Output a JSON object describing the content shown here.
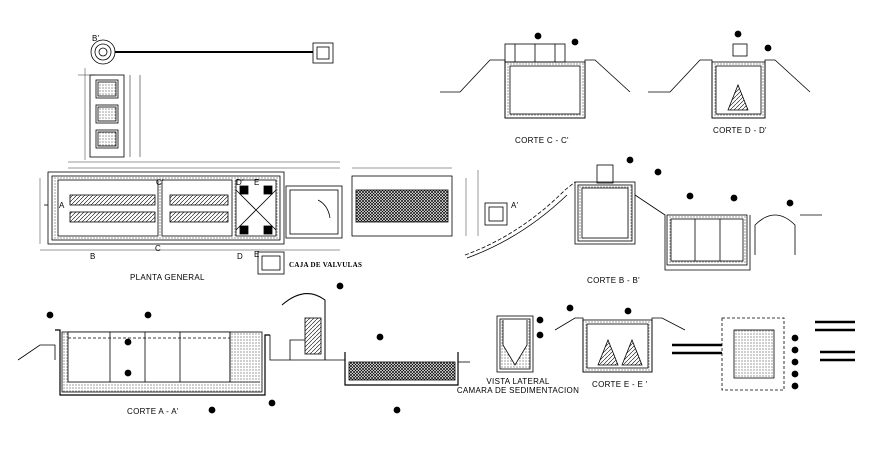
{
  "labels": {
    "planta_general": "PLANTA GENERAL",
    "caja_valvulas": "CAJA  DE  VALVULAS",
    "corte_aa": "CORTE A - A'",
    "corte_bb": "CORTE B - B'",
    "corte_cc": "CORTE C - C'",
    "corte_dd": "CORTE D - D'",
    "corte_ee": "CORTE E - E '",
    "vista_lateral_1": "VISTA LATERAL",
    "vista_lateral_2": "CAMARA DE SEDIMENTACION"
  },
  "markers": {
    "a": "A",
    "a_prime": "A'",
    "b": "B",
    "b_prime": "B'",
    "c": "C",
    "c_prime": "C'",
    "d": "D",
    "d_prime": "D'",
    "e": "E",
    "e_prime": "E"
  }
}
